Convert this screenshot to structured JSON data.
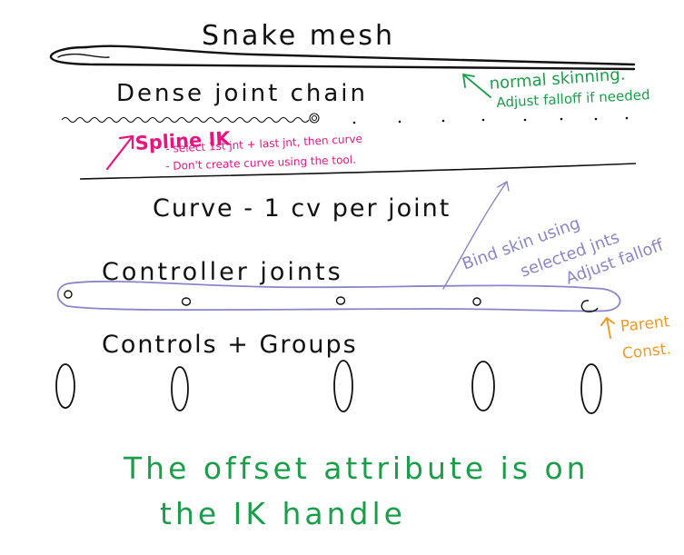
{
  "title": "Snake mesh",
  "sections": {
    "dense_joint_chain": "Dense joint chain",
    "curve": "Curve - 1 cv per joint",
    "controller_joints": "Controller joints",
    "controls_groups": "Controls + Groups"
  },
  "notes": {
    "normal_skinning": [
      "normal skinning.",
      "Adjust falloff if needed"
    ],
    "spline_ik": {
      "title": "Spline IK",
      "lines": [
        "- select 1st jnt + last jnt, then curve",
        "- Don't create curve using the tool."
      ]
    },
    "bind_skin": [
      "Bind skin using",
      "selected jnts",
      "Adjust falloff"
    ],
    "parent_const": [
      "Parent",
      "Const."
    ],
    "offset": [
      "The offset attribute is on",
      "the IK handle"
    ]
  },
  "colors": {
    "ink": "#111111",
    "green": "#1a9e4a",
    "magenta": "#e6157f",
    "lavender": "#8a86c8",
    "orange": "#f29a25"
  }
}
